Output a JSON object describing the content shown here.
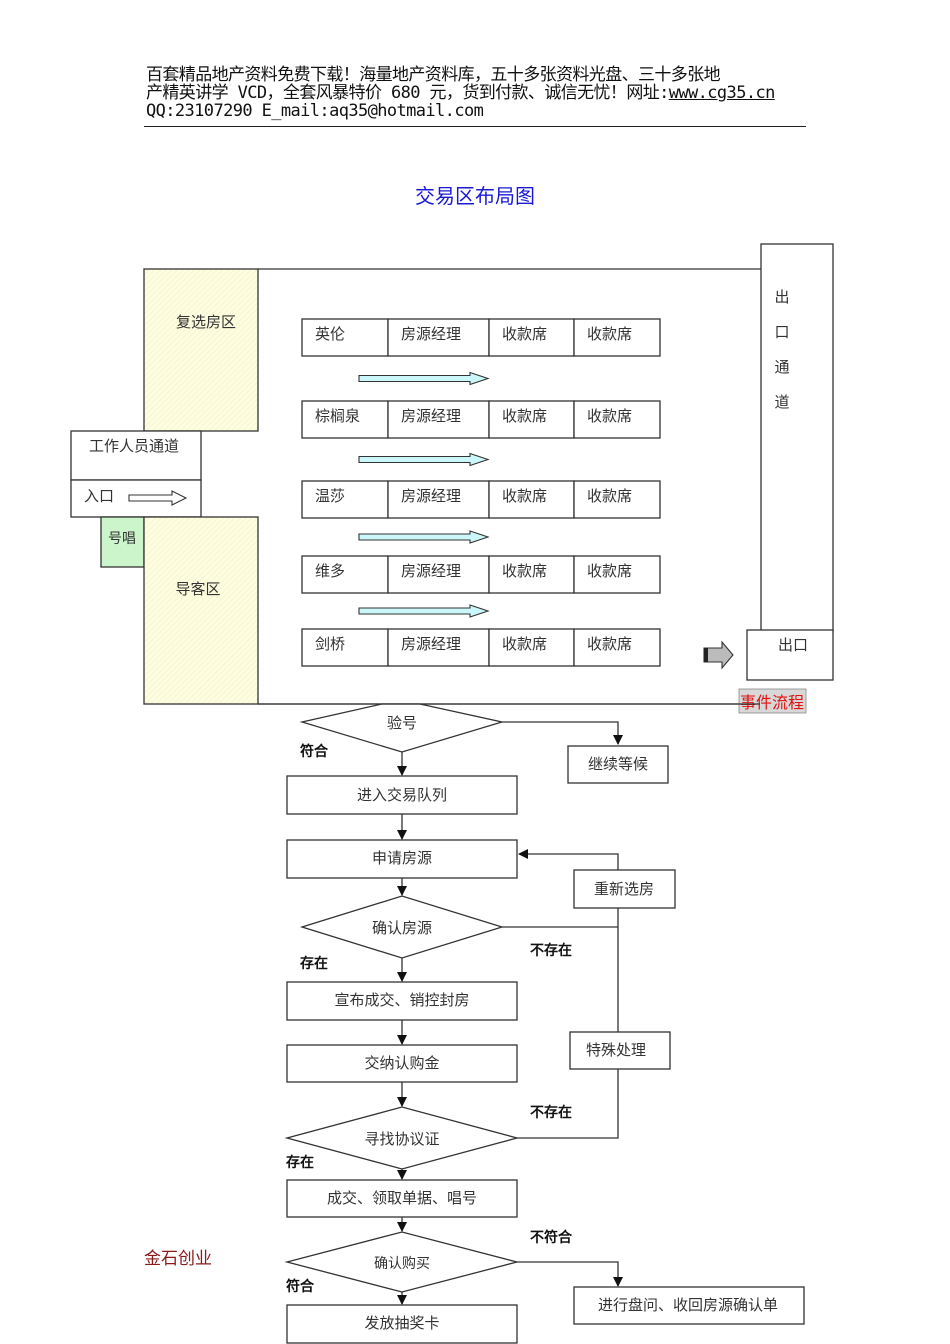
{
  "header": {
    "line1": "百套精品地产资料免费下载！海量地产资料库，五十多张资料光盘、三十多张地",
    "line2_text": "产精英讲学 VCD，全套风暴特价 680 元，货到付款、诚信无忧！网址:",
    "line2_link": "www.cg35.cn",
    "line3": "QQ:23107290  E_mail:aq35@hotmail.com"
  },
  "title": "交易区布局图",
  "layout": {
    "review_zone": "复选房区",
    "guide_zone": "导客区",
    "staff_passage": "工作人员通道",
    "entrance": "入口",
    "call_number": "号唱",
    "exit_passage": [
      "出",
      "口",
      "通",
      "道"
    ],
    "exit": "出口",
    "rows": [
      {
        "name": "英伦",
        "cells": [
          "房源经理",
          "收款席",
          "收款席"
        ]
      },
      {
        "name": "棕榈泉",
        "cells": [
          "房源经理",
          "收款席",
          "收款席"
        ]
      },
      {
        "name": "温莎",
        "cells": [
          "房源经理",
          "收款席",
          "收款席"
        ]
      },
      {
        "name": "维多",
        "cells": [
          "房源经理",
          "收款席",
          "收款席"
        ]
      },
      {
        "name": "剑桥",
        "cells": [
          "房源经理",
          "收款席",
          "收款席"
        ]
      }
    ],
    "colors": {
      "zone_fill": "#fdfde0",
      "call_fill": "#ccf5cc",
      "arrow_fill": "#ccf7fa",
      "title_color": "#1a1ad6"
    }
  },
  "flow": {
    "tag": "事件流程",
    "steps": {
      "verify": "验号",
      "wait": "继续等候",
      "enter_queue": "进入交易队列",
      "apply": "申请房源",
      "reselect": "重新选房",
      "confirm_source": "确认房源",
      "announce": "宣布成交、销控封房",
      "deposit": "交纳认购金",
      "special": "特殊处理",
      "find_agreement": "寻找协议证",
      "deal": "成交、领取单据、唱号",
      "confirm_purchase": "确认购买",
      "inquiry": "进行盘问、收回房源确认单",
      "lottery": "发放抽奖卡"
    },
    "labels": {
      "match": "符合",
      "not_match": "不符合",
      "exists": "存在",
      "not_exists": "不存在"
    }
  },
  "brand": "金石创业"
}
